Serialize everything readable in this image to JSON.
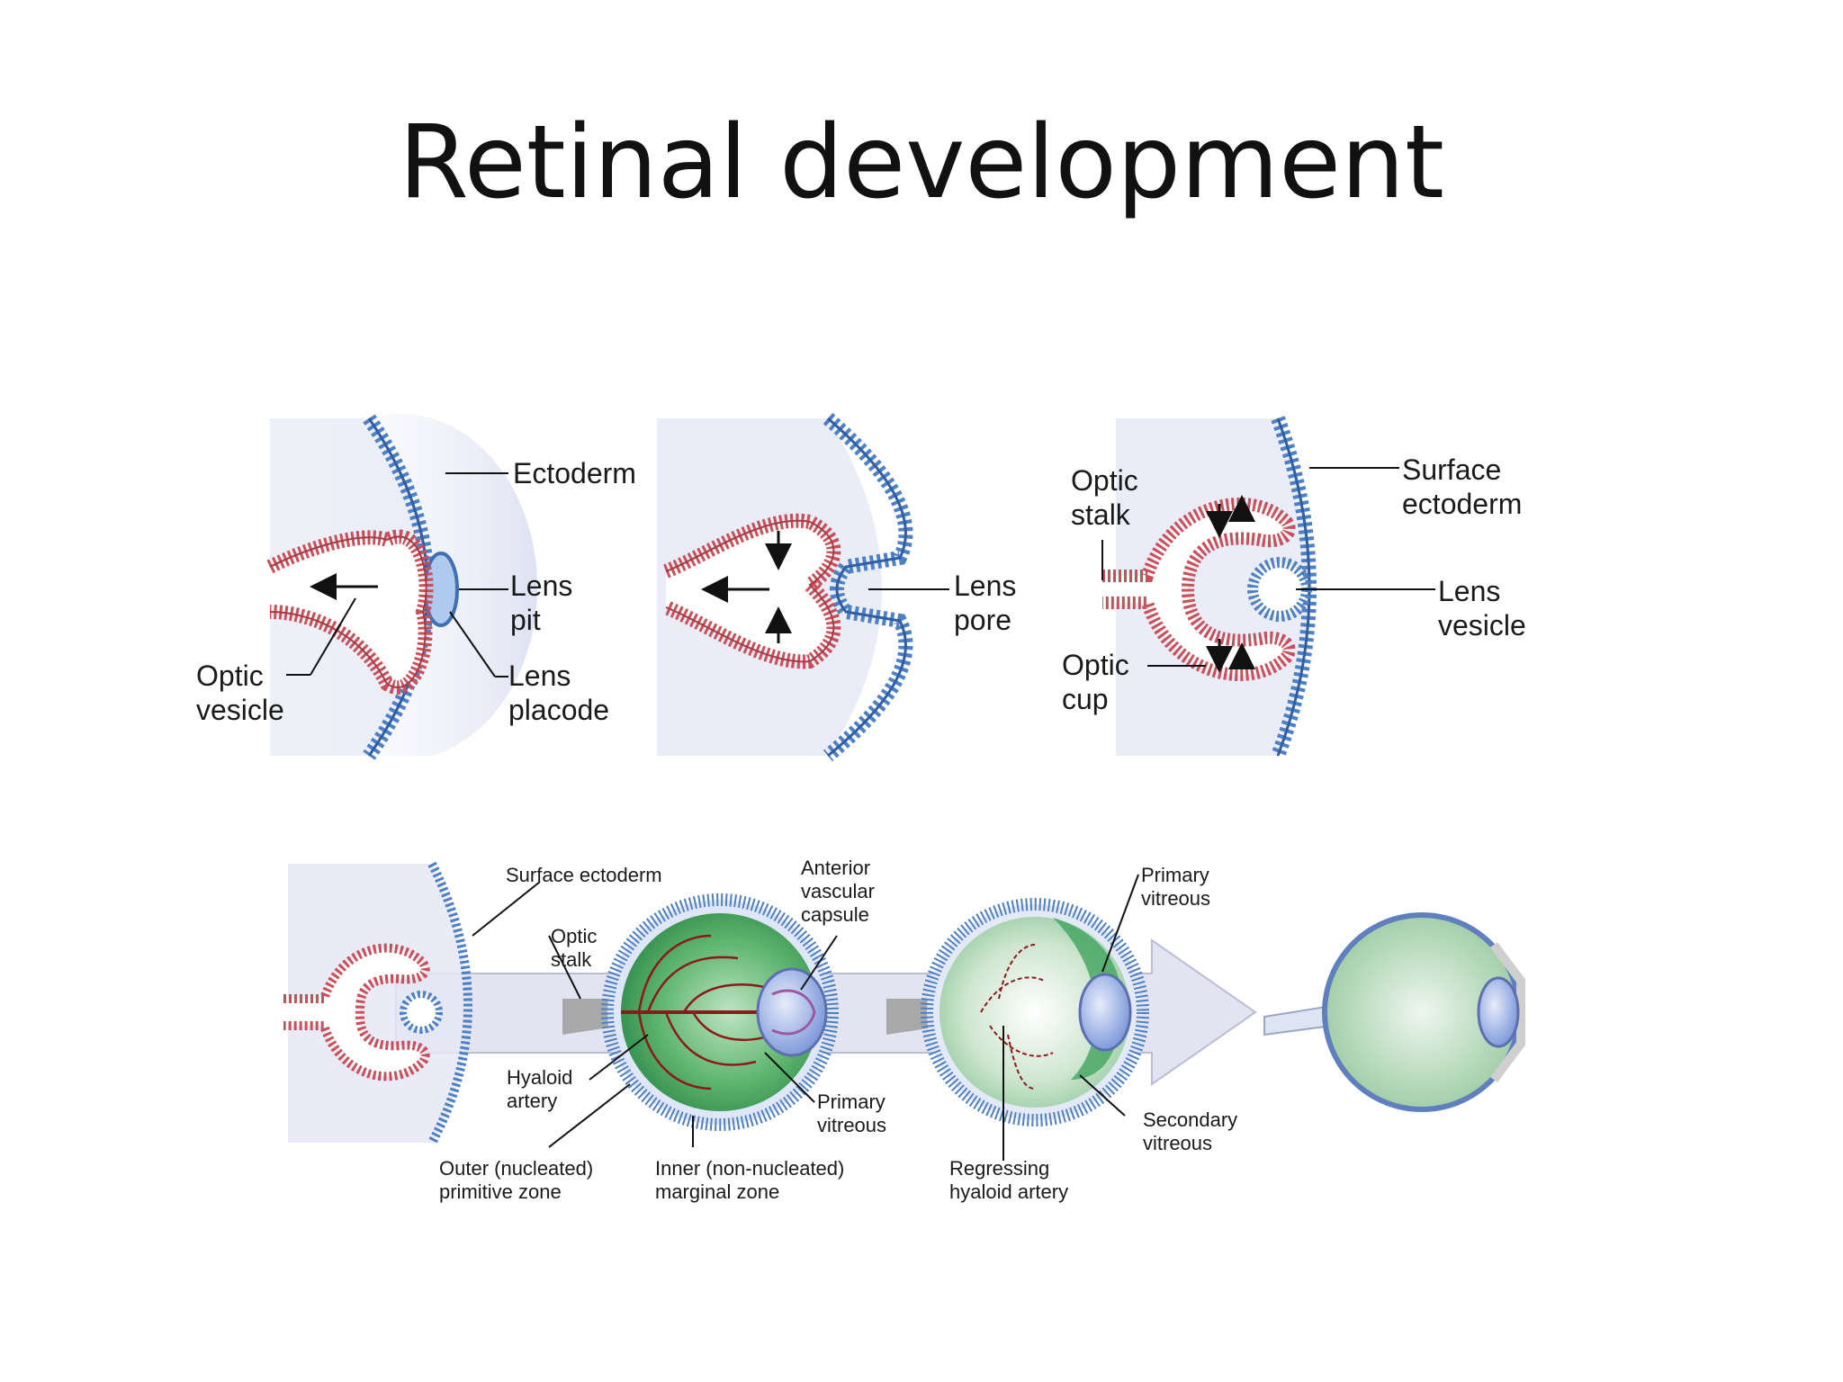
{
  "slide": {
    "title": "Retinal development"
  },
  "labels": {
    "p1": {
      "ectoderm": "Ectoderm",
      "lens_pit_1": "Lens",
      "lens_pit_2": "pit",
      "optic_vesicle_1": "Optic",
      "optic_vesicle_2": "vesicle",
      "lens_placode_1": "Lens",
      "lens_placode_2": "placode"
    },
    "p2": {
      "lens_pore_1": "Lens",
      "lens_pore_2": "pore"
    },
    "p3": {
      "optic_stalk_1": "Optic",
      "optic_stalk_2": "stalk",
      "surface_ectoderm_1": "Surface",
      "surface_ectoderm_2": "ectoderm",
      "lens_vesicle_1": "Lens",
      "lens_vesicle_2": "vesicle",
      "optic_cup_1": "Optic",
      "optic_cup_2": "cup"
    },
    "p4": {
      "surface_ectoderm": "Surface ectoderm",
      "optic_stalk_1": "Optic",
      "optic_stalk_2": "stalk",
      "anterior_1": "Anterior",
      "anterior_2": "vascular",
      "anterior_3": "capsule",
      "hyaloid_1": "Hyaloid",
      "hyaloid_2": "artery",
      "outer_1": "Outer (nucleated)",
      "outer_2": "primitive zone",
      "inner_1": "Inner (non-nucleated)",
      "inner_2": "marginal zone",
      "primary_vitreous_1": "Primary",
      "primary_vitreous_2": "vitreous"
    },
    "p5": {
      "primary_vitreous_1": "Primary",
      "primary_vitreous_2": "vitreous",
      "secondary_1": "Secondary",
      "secondary_2": "vitreous",
      "regressing_1": "Regressing",
      "regressing_2": "hyaloid artery"
    }
  },
  "colors": {
    "neuroectoderm": "#c9505a",
    "ectoderm": "#4f80c2",
    "background_blue": "#e6e8f5",
    "vitreous_green": "#3aa05a",
    "artery": "#8b1a1a",
    "label_text": "#1a1a1a"
  }
}
